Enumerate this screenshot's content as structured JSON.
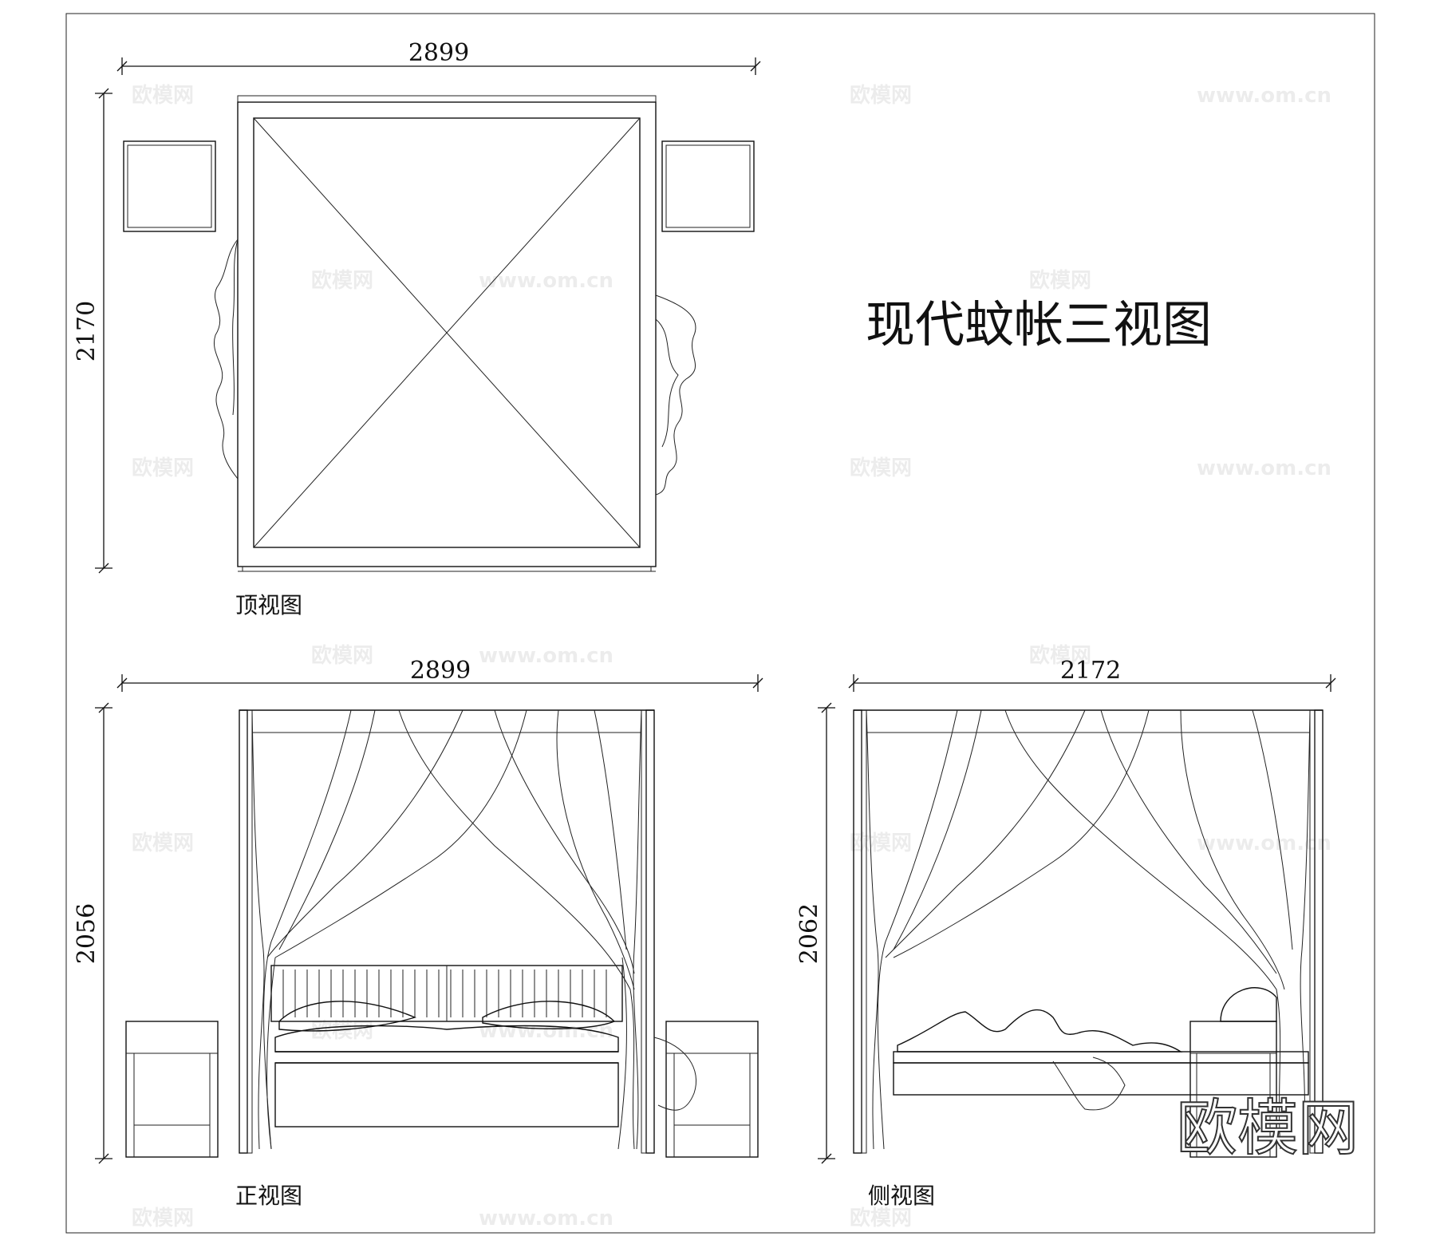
{
  "title": "现代蚊帐三视图",
  "views": {
    "top": {
      "label": "顶视图",
      "width_dim": "2899",
      "depth_dim": "2170"
    },
    "front": {
      "label": "正视图",
      "width_dim": "2899",
      "height_dim": "2056"
    },
    "side": {
      "label": "侧视图",
      "width_dim": "2172",
      "height_dim": "2062"
    }
  },
  "watermark": {
    "brand": "欧模网",
    "url": "www.om.cn"
  }
}
